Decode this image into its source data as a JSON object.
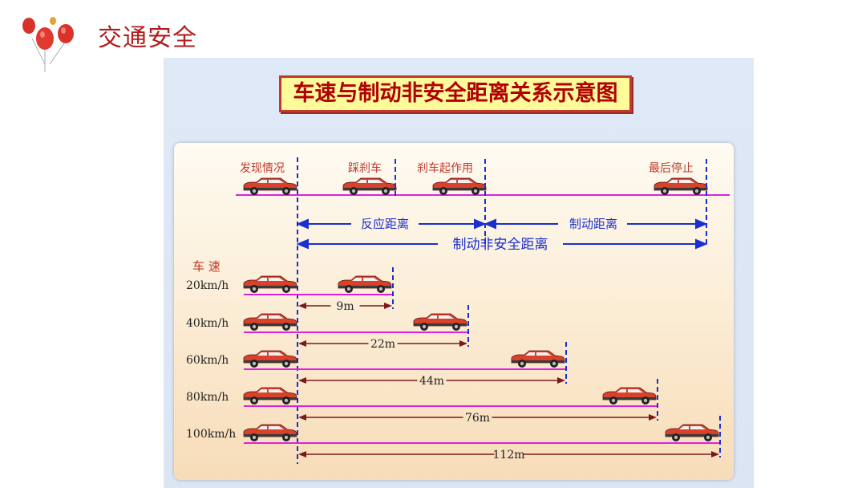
{
  "page": {
    "title": "交通安全"
  },
  "diagram": {
    "title": "车速与制动非安全距离关系示意图",
    "top_events": [
      "发现情况",
      "踩刹车",
      "刹车起作用",
      "最后停止"
    ],
    "ranges": {
      "reaction": "反应距离",
      "braking": "制动距离",
      "total": "制动非安全距离"
    },
    "speed_header": "车 速",
    "rows": [
      {
        "speed": "20km/h",
        "distance": "9m"
      },
      {
        "speed": "40km/h",
        "distance": "22m"
      },
      {
        "speed": "60km/h",
        "distance": "44m"
      },
      {
        "speed": "80km/h",
        "distance": "76m"
      },
      {
        "speed": "100km/h",
        "distance": "112m"
      }
    ]
  },
  "colors": {
    "title_red": "#b31c1c",
    "label_red": "#c0392b",
    "arrow_blue": "#1a2fd0",
    "line_magenta": "#e020e0",
    "car_body": "#d9412b"
  }
}
